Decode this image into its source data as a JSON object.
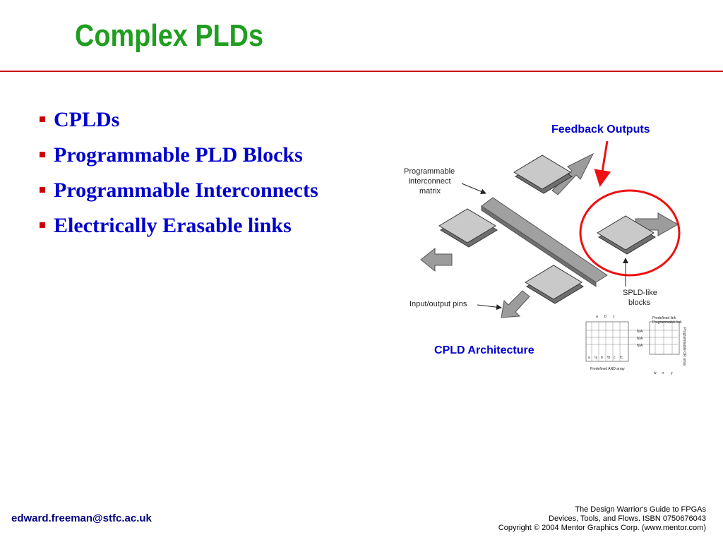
{
  "slide": {
    "title": "Complex PLDs",
    "bullets": [
      "CPLDs",
      "Programmable PLD Blocks",
      "Programmable Interconnects",
      "Electrically Erasable links"
    ]
  },
  "diagram": {
    "feedback_label": "Feedback Outputs",
    "caption": "CPLD Architecture",
    "pim_label": [
      "Programmable",
      "Interconnect",
      "matrix"
    ],
    "io_label": "Input/output pins",
    "splds_label": [
      "SPLD-like",
      "blocks"
    ],
    "inset": {
      "legend_predefined": "Predefined link",
      "legend_programmable": "Programmable link",
      "inputs": [
        "a",
        "b",
        "c"
      ],
      "row_labels": [
        "N/A",
        "N/A",
        "N/A"
      ],
      "and_columns": [
        "a",
        "!a",
        "b",
        "!b",
        "c",
        "!c"
      ],
      "and_array_label": "Predefined AND array",
      "or_array_label": "Programmable OR array",
      "outputs": [
        "w",
        "x",
        "y"
      ]
    },
    "colors": {
      "accent_red": "#ee1111",
      "label_blue": "#0000cc"
    }
  },
  "footer": {
    "email": "edward.freeman@stfc.ac.uk",
    "credits": [
      "The Design Warrior's Guide to FPGAs",
      "Devices, Tools, and Flows. ISBN 0750676043",
      "Copyright © 2004 Mentor Graphics Corp. (www.mentor.com)"
    ]
  }
}
